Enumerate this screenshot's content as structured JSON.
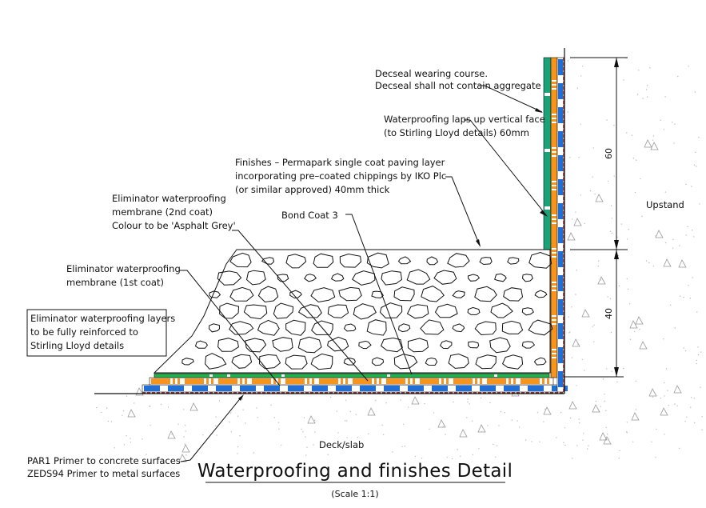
{
  "title": "Waterproofing and finishes Detail",
  "scale_note": "(Scale 1:1)",
  "labels": {
    "decseal_line1": "Decseal wearing course.",
    "decseal_line2": "Decseal shall not contain aggregate",
    "laps_line1": "Waterproofing laps up vertical face",
    "laps_line2": "(to Stirling Lloyd details) 60mm",
    "finishes_line1": "Finishes – Permapark single coat paving layer",
    "finishes_line2": "incorporating pre–coated chippings by IKO Plc",
    "finishes_line3": "(or similar approved) 40mm thick",
    "membrane2_line1": "Eliminator waterproofing",
    "membrane2_line2": "membrane (2nd coat)",
    "membrane2_line3": "Colour to be 'Asphalt Grey'",
    "bondcoat": "Bond Coat 3",
    "membrane1_line1": "Eliminator waterproofing",
    "membrane1_line2": "membrane (1st coat)",
    "note_box_line1": "Eliminator waterproofing layers",
    "note_box_line2": "to be fully reinforced to",
    "note_box_line3": "Stirling Lloyd details",
    "primer_line1": "PAR1 Primer to concrete surfaces",
    "primer_line2": "ZEDS94 Primer to metal surfaces",
    "deck": "Deck/slab",
    "upstand": "Upstand"
  },
  "dimensions": {
    "upper": "60",
    "lower": "40"
  },
  "colors": {
    "decseal_green": "#1aa37a",
    "finish_green": "#22b14c",
    "membrane_orange": "#f7941d",
    "membrane_blue": "#1f6fd6",
    "primer_red": "#8b1a1a",
    "ink": "#111111"
  }
}
